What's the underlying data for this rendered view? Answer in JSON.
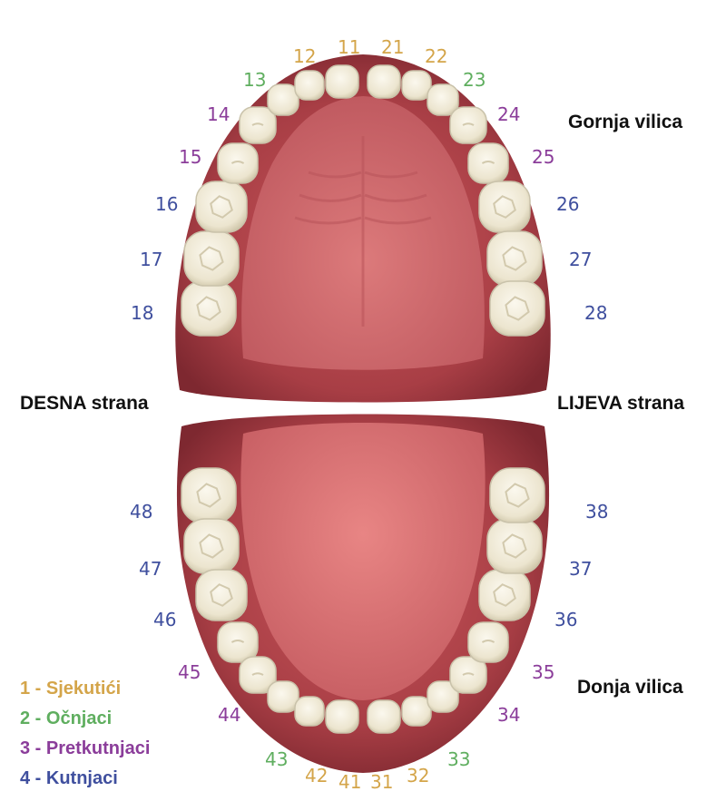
{
  "colors": {
    "incisor": "#d4a54a",
    "canine": "#5fae5f",
    "premolar": "#8b3d9a",
    "molar": "#3f4f9e",
    "gum_dark": "#8e2f36",
    "gum_mid": "#b24a50",
    "palate": "#d36a6d",
    "tooth": "#f1ecdc",
    "tooth_edge": "#c9c2aa"
  },
  "side_labels": {
    "upper_jaw": "Gornja vilica",
    "lower_jaw": "Donja vilica",
    "right_side": "DESNA strana",
    "left_side": "LIJEVA strana"
  },
  "legend": [
    {
      "text": "1 - Sjekutići",
      "type": "incisor"
    },
    {
      "text": "2 - Očnjaci",
      "type": "canine"
    },
    {
      "text": "3 - Pretkutnjaci",
      "type": "premolar"
    },
    {
      "text": "4 - Kutnjaci",
      "type": "molar"
    }
  ],
  "upper_teeth": [
    {
      "num": "18",
      "type": "molar"
    },
    {
      "num": "17",
      "type": "molar"
    },
    {
      "num": "16",
      "type": "molar"
    },
    {
      "num": "15",
      "type": "premolar"
    },
    {
      "num": "14",
      "type": "premolar"
    },
    {
      "num": "13",
      "type": "canine"
    },
    {
      "num": "12",
      "type": "incisor"
    },
    {
      "num": "11",
      "type": "incisor"
    },
    {
      "num": "21",
      "type": "incisor"
    },
    {
      "num": "22",
      "type": "incisor"
    },
    {
      "num": "23",
      "type": "canine"
    },
    {
      "num": "24",
      "type": "premolar"
    },
    {
      "num": "25",
      "type": "premolar"
    },
    {
      "num": "26",
      "type": "molar"
    },
    {
      "num": "27",
      "type": "molar"
    },
    {
      "num": "28",
      "type": "molar"
    }
  ],
  "lower_teeth": [
    {
      "num": "48",
      "type": "molar"
    },
    {
      "num": "47",
      "type": "molar"
    },
    {
      "num": "46",
      "type": "molar"
    },
    {
      "num": "45",
      "type": "premolar"
    },
    {
      "num": "44",
      "type": "premolar"
    },
    {
      "num": "43",
      "type": "canine"
    },
    {
      "num": "42",
      "type": "incisor"
    },
    {
      "num": "41",
      "type": "incisor"
    },
    {
      "num": "31",
      "type": "incisor"
    },
    {
      "num": "32",
      "type": "incisor"
    },
    {
      "num": "33",
      "type": "canine"
    },
    {
      "num": "34",
      "type": "premolar"
    },
    {
      "num": "35",
      "type": "premolar"
    },
    {
      "num": "36",
      "type": "molar"
    },
    {
      "num": "37",
      "type": "molar"
    },
    {
      "num": "38",
      "type": "molar"
    }
  ]
}
